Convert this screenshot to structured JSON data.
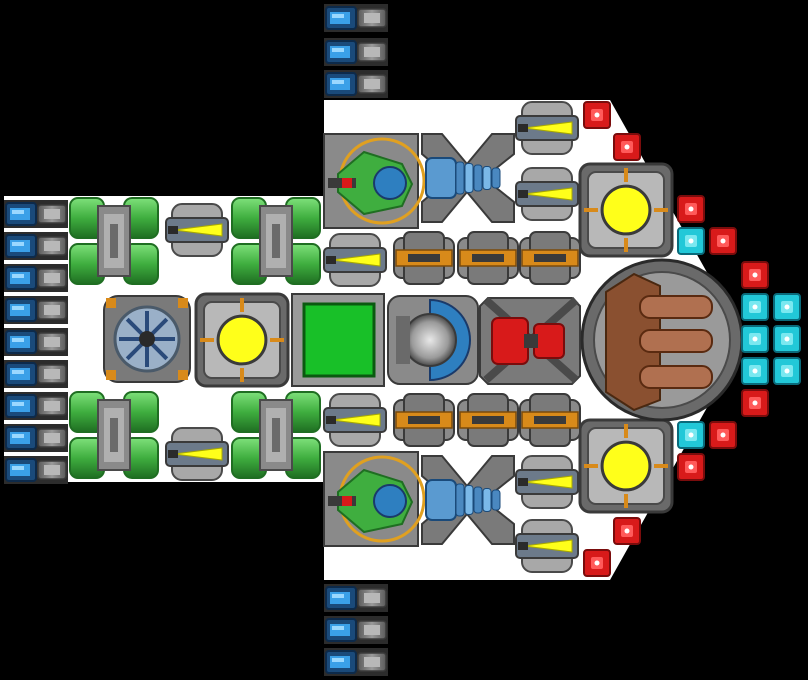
{
  "screen": {
    "name": "ship-blueprint",
    "background": "#000000",
    "hull_color": "#ffffff"
  },
  "palette": {
    "green": "#3fae3f",
    "green_dark": "#1f6e22",
    "green_light": "#7ee07a",
    "gray": "#8c8c8c",
    "gray_dark": "#4a4a4a",
    "gray_light": "#c8c8c8",
    "yellow": "#ffff1a",
    "red": "#d81a1a",
    "red_dark": "#7a0c0c",
    "cyan": "#22c8d8",
    "blue": "#3aa0e8",
    "orange": "#d88a1a",
    "brown": "#8a5030",
    "copper": "#b07050"
  },
  "modules": {
    "battery_cells": "battery-cell",
    "green_tanks": "fuel-tank",
    "yellow_thrusters": "thruster",
    "power_cores": "reactor-core",
    "green_turrets": "turret",
    "gray_connectors": "coupler",
    "blue_engines": "engine",
    "red_lights": "warning-light",
    "cyan_lights": "sensor-light",
    "cockpit": "cockpit",
    "cargo_green": "cargo-bay",
    "domed_pod": "pod",
    "red_core": "red-core",
    "round_bridge": "bridge-dome",
    "nav_hub": "nav-hub"
  }
}
